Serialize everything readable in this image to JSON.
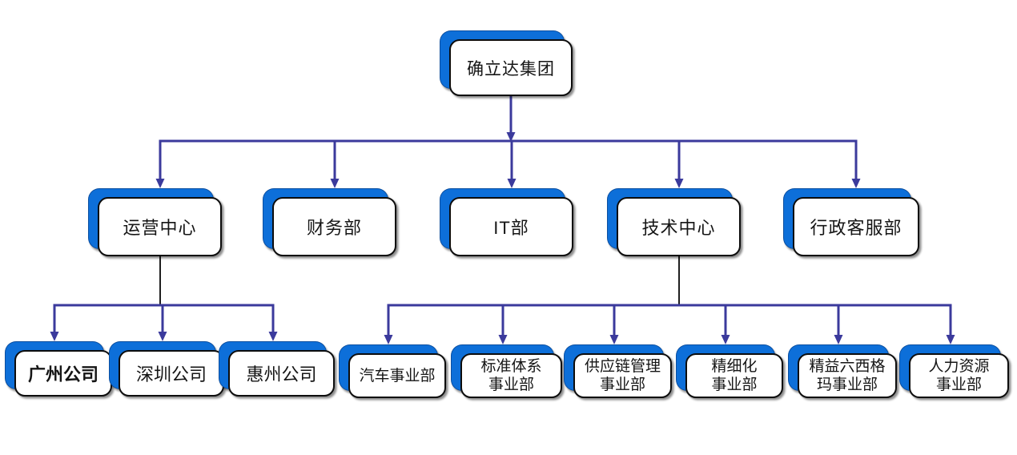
{
  "org_chart": {
    "colors": {
      "shadow_fill": "#0d6fd9",
      "node_fill": "#ffffff",
      "node_border": "#0d0d0d",
      "connector": "#3b3a9c",
      "stem": "#1f1f1f"
    },
    "nodes": [
      {
        "id": "root",
        "label": "确立达集团",
        "parent": null,
        "bold": false
      },
      {
        "id": "yunying",
        "label": "运营中心",
        "parent": "root",
        "bold": false
      },
      {
        "id": "caiwu",
        "label": "财务部",
        "parent": "root",
        "bold": false
      },
      {
        "id": "it",
        "label": "IT部",
        "parent": "root",
        "bold": false
      },
      {
        "id": "jishu",
        "label": "技术中心",
        "parent": "root",
        "bold": false
      },
      {
        "id": "xingzheng",
        "label": "行政客服部",
        "parent": "root",
        "bold": false
      },
      {
        "id": "guangzhou",
        "label": "广州公司",
        "parent": "yunying",
        "bold": true
      },
      {
        "id": "shenzhen",
        "label": "深圳公司",
        "parent": "yunying",
        "bold": false
      },
      {
        "id": "huizhou",
        "label": "惠州公司",
        "parent": "yunying",
        "bold": false
      },
      {
        "id": "qiche",
        "label": "汽车事业部",
        "parent": "jishu",
        "bold": false
      },
      {
        "id": "biaozhun",
        "label": "标准体系\n事业部",
        "parent": "jishu",
        "bold": false
      },
      {
        "id": "gongyinglian",
        "label": "供应链管理\n事业部",
        "parent": "jishu",
        "bold": false
      },
      {
        "id": "jingxihua",
        "label": "精细化\n事业部",
        "parent": "jishu",
        "bold": false
      },
      {
        "id": "jingyi",
        "label": "精益六西格\n玛事业部",
        "parent": "jishu",
        "bold": false
      },
      {
        "id": "renli",
        "label": "人力资源\n事业部",
        "parent": "jishu",
        "bold": false
      }
    ]
  }
}
